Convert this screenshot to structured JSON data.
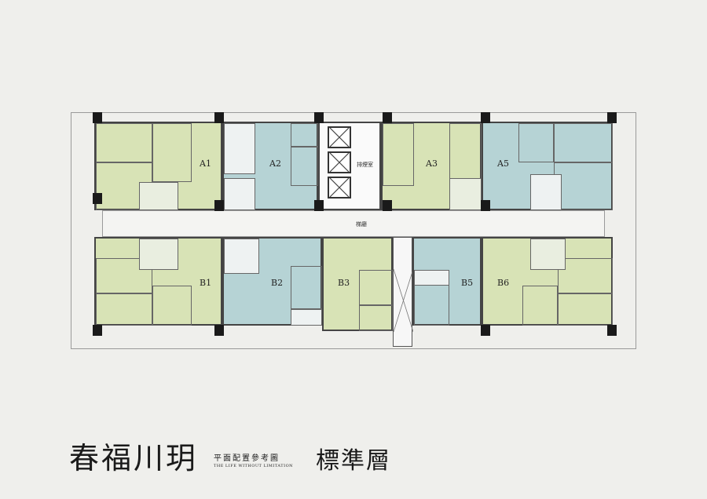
{
  "plan": {
    "units_upper": [
      "A1",
      "A2",
      "A3",
      "A5"
    ],
    "units_lower": [
      "B1",
      "B2",
      "B3",
      "B5",
      "B6"
    ],
    "smoke_room_label": "排煙室",
    "lobby_label": "梯廳",
    "colors": {
      "green": "#d8e3b6",
      "blue": "#b6d3d5"
    }
  },
  "footer": {
    "project_name": "春福川玥",
    "subtitle_cn": "平面配置參考圖",
    "subtitle_en": "THE LIFE WITHOUT LIMITATION",
    "floor_type": "標準層"
  }
}
